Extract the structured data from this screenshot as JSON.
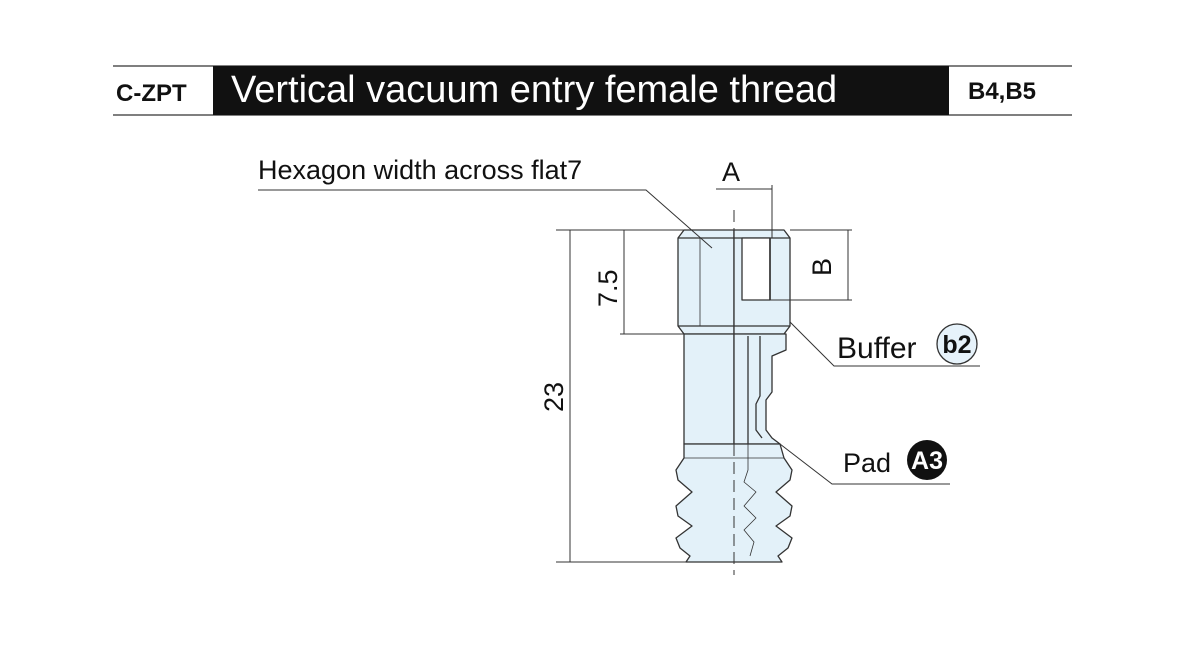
{
  "header": {
    "series_code": "C-ZPT",
    "title": "Vertical vacuum entry female thread",
    "sizes": "B4,B5"
  },
  "labels": {
    "hexagon": "Hexagon width across flat7",
    "dim_a": "A",
    "dim_b": "B",
    "dim_hex_height": "7.5",
    "dim_total_height": "23",
    "buffer": "Buffer",
    "buffer_badge": "b2",
    "pad": "Pad",
    "pad_badge": "A3"
  },
  "colors": {
    "part_fill": "#e3f1f9",
    "badge_light_fill": "#e6f2fa",
    "badge_dark_fill": "#111111",
    "header_band": "#111111",
    "line": "#333333"
  }
}
